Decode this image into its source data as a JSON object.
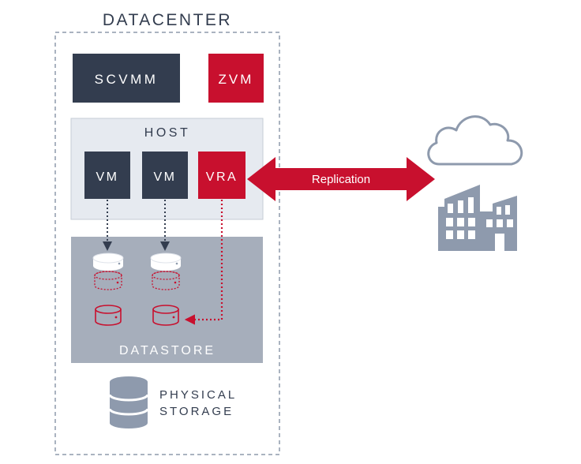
{
  "datacenter": {
    "title": "DATACENTER"
  },
  "management": {
    "scvmm": "SCVMM",
    "zvm": "ZVM"
  },
  "host": {
    "title": "HOST",
    "vm1": "VM",
    "vm2": "VM",
    "vra": "VRA"
  },
  "replication": {
    "label": "Replication"
  },
  "datastore": {
    "title": "DATASTORE"
  },
  "physical_storage": {
    "line1": "PHYSICAL",
    "line2": "STORAGE"
  },
  "remote_site": {
    "icons": [
      "cloud-icon",
      "building-icon"
    ]
  },
  "colors": {
    "dark_navy": "#333d4f",
    "accent_red": "#c8102e",
    "host_fill": "#e6eaf0",
    "datastore_fill": "#a6aebb",
    "dashed_border": "#8d9aab",
    "icon_gray": "#8e9aad"
  }
}
